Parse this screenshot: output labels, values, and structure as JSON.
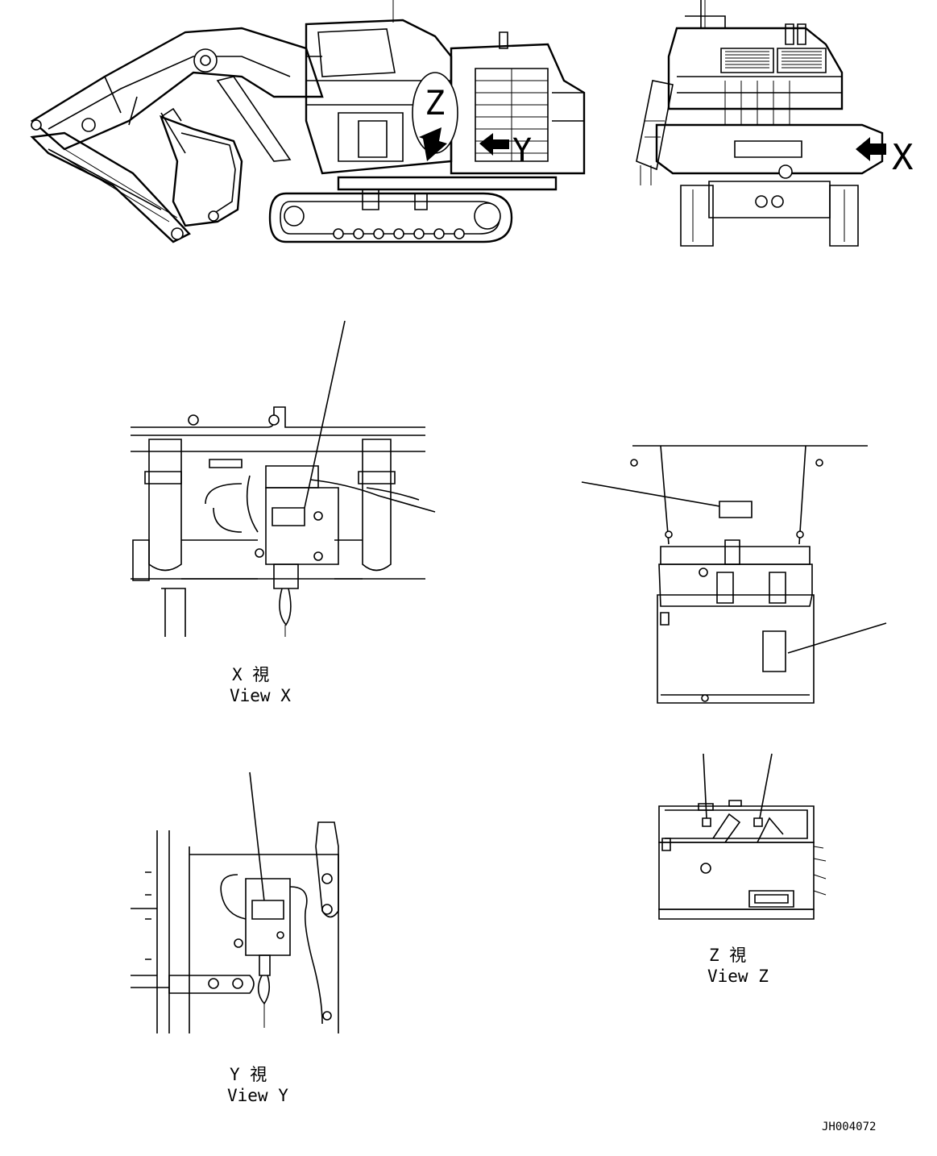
{
  "overview": {
    "side_view_markers": {
      "z": "Z",
      "y": "Y"
    },
    "rear_view_marker": "X"
  },
  "views": {
    "x": {
      "jp": "X 視",
      "en": "View X"
    },
    "y": {
      "jp": "Y 視",
      "en": "View Y"
    },
    "z": {
      "jp": "Z 視",
      "en": "View Z"
    }
  },
  "drawing_number": "JH004072"
}
